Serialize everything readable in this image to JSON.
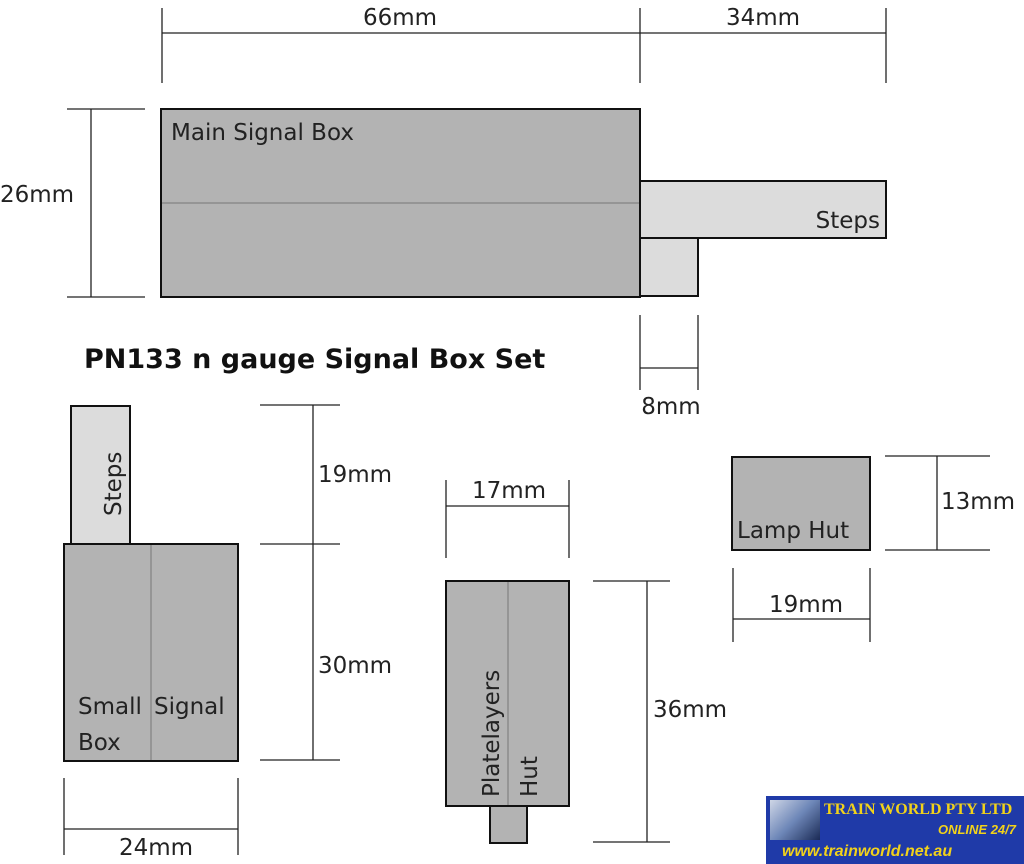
{
  "title": "PN133 n gauge Signal Box Set",
  "main_box": {
    "label": "Main Signal Box",
    "steps_label": "Steps",
    "width_dim": "66mm",
    "steps_dim": "34mm",
    "height_dim": "26mm",
    "lower_dim": "8mm"
  },
  "small_box": {
    "label_left": "Small",
    "label_left2": "Box",
    "label_right": "Signal",
    "steps_label": "Steps",
    "steps_dim": "19mm",
    "height_dim": "30mm",
    "width_dim": "24mm"
  },
  "platelayers_hut": {
    "label_left": "Platelayers",
    "label_right": "Hut",
    "width_dim": "17mm",
    "height_dim": "36mm"
  },
  "lamp_hut": {
    "label": "Lamp Hut",
    "height_dim": "13mm",
    "width_dim": "19mm"
  },
  "logo": {
    "brand": "TRAIN WORLD PTY LTD",
    "tagline": "ONLINE 24/7",
    "url": "www.trainworld.net.au"
  }
}
